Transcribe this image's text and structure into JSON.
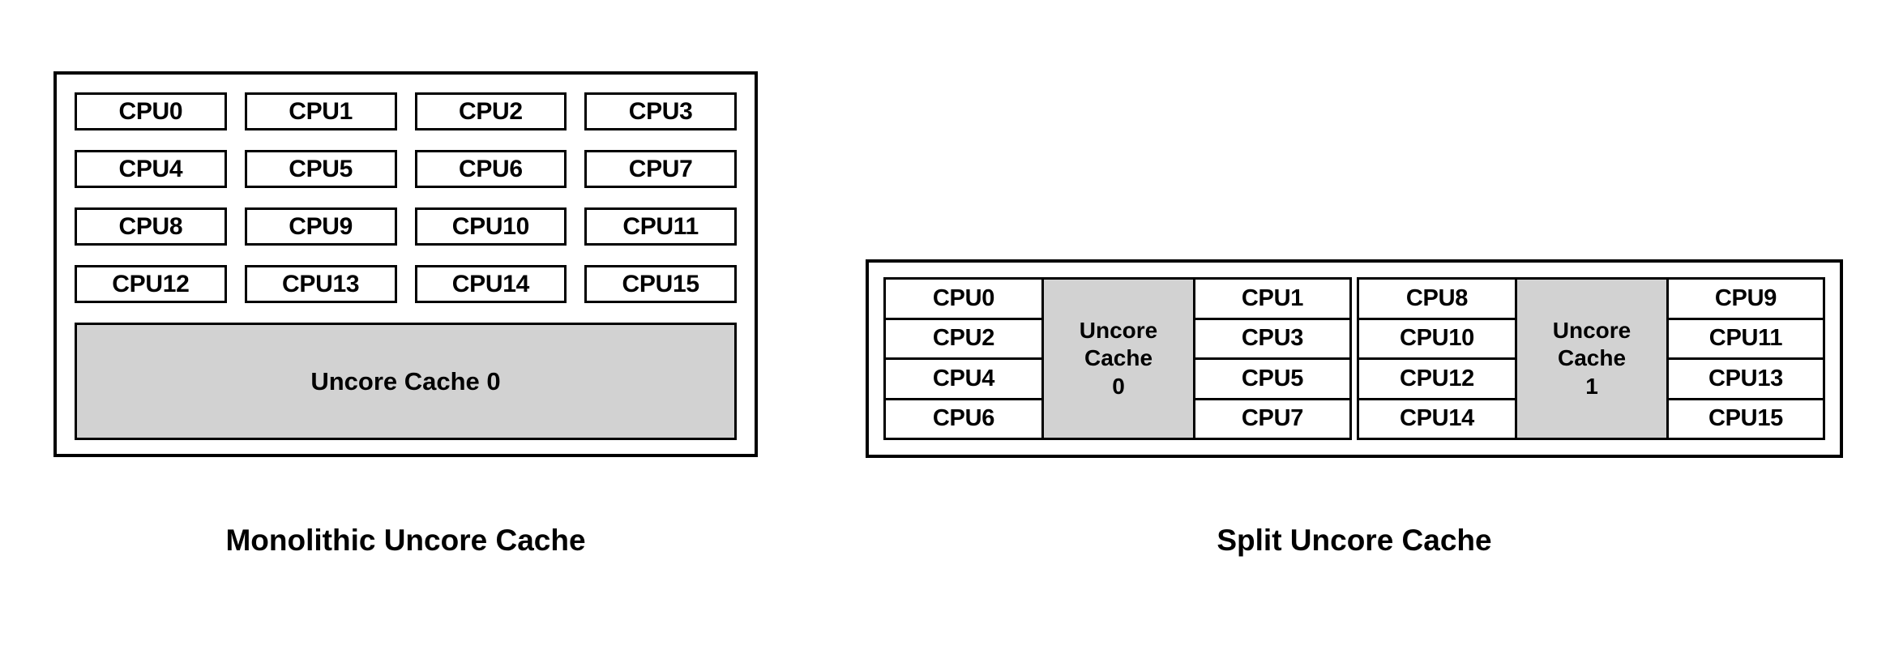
{
  "diagram": {
    "title_semantics": "uncore-cache-topology-comparison",
    "colors": {
      "cache_fill": "#d2d2d2",
      "box_stroke": "#000000",
      "cpu_fill": "#ffffff",
      "background": "#ffffff"
    }
  },
  "monolithic": {
    "caption": "Monolithic Uncore Cache",
    "cpus": [
      "CPU0",
      "CPU1",
      "CPU2",
      "CPU3",
      "CPU4",
      "CPU5",
      "CPU6",
      "CPU7",
      "CPU8",
      "CPU9",
      "CPU10",
      "CPU11",
      "CPU12",
      "CPU13",
      "CPU14",
      "CPU15"
    ],
    "cache": {
      "label": "Uncore Cache 0"
    }
  },
  "split": {
    "caption": "Split Uncore Cache",
    "clusters": [
      {
        "left_column": [
          "CPU0",
          "CPU2",
          "CPU4",
          "CPU6"
        ],
        "cache": {
          "label": "Uncore\nCache\n0"
        },
        "right_column": [
          "CPU1",
          "CPU3",
          "CPU5",
          "CPU7"
        ]
      },
      {
        "left_column": [
          "CPU8",
          "CPU10",
          "CPU12",
          "CPU14"
        ],
        "cache": {
          "label": "Uncore\nCache\n1"
        },
        "right_column": [
          "CPU9",
          "CPU11",
          "CPU13",
          "CPU15"
        ]
      }
    ]
  }
}
